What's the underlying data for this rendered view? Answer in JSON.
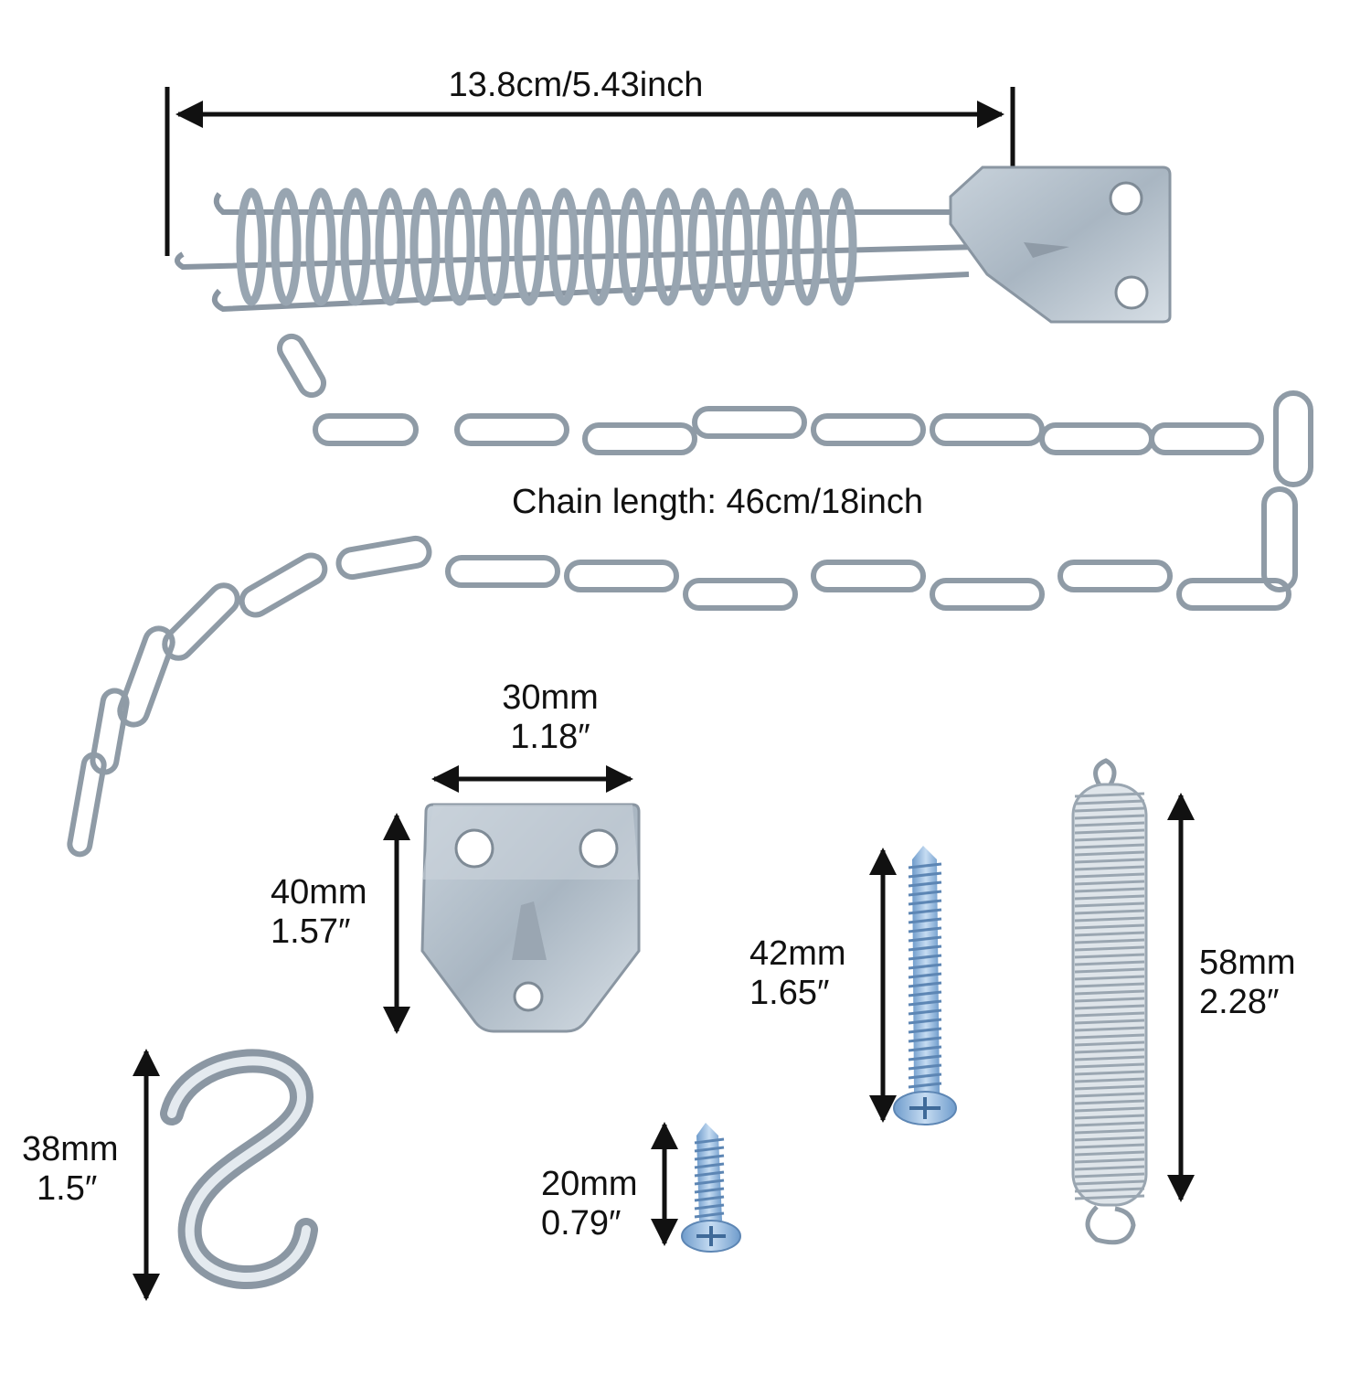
{
  "overall_length": "13.8cm/5.43inch",
  "chain_length": "Chain length: 46cm/18inch",
  "bracket": {
    "width_mm": "30mm",
    "width_in": "1.18″",
    "height_mm": "40mm",
    "height_in": "1.57″"
  },
  "long_screw": {
    "mm": "42mm",
    "in": "1.65″"
  },
  "short_screw": {
    "mm": "20mm",
    "in": "0.79″"
  },
  "spring": {
    "mm": "58mm",
    "in": "2.28″"
  },
  "s_hook": {
    "mm": "38mm",
    "in": "1.5″"
  },
  "colors": {
    "metal": "#b9c3cc",
    "metal_dark": "#7f8b96",
    "screw": "#8fb3d9",
    "ink": "#111111"
  }
}
